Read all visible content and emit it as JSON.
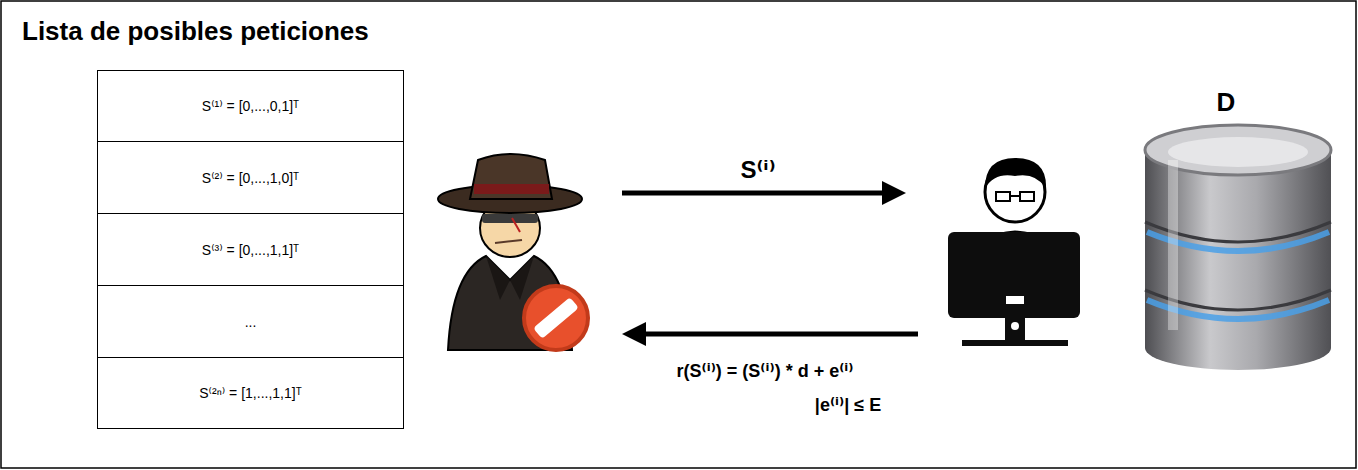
{
  "diagram": {
    "title": "Lista de posibles peticiones",
    "nodes": [
      {
        "text": [
          "S⁽¹⁾ = [0,...,0,1]ᵀ"
        ]
      },
      {
        "text": [
          "S⁽²⁾ = [0,...,1,0]ᵀ"
        ]
      },
      {
        "text": [
          "S⁽³⁾ = [0,...,1,1]ᵀ"
        ]
      },
      {
        "text": [
          "..."
        ]
      },
      {
        "text": [
          "S⁽²ⁿ⁾ = [1,...,1,1]ᵀ"
        ]
      }
    ],
    "labels": [
      "S⁽ⁱ⁾",
      "r(S⁽ⁱ⁾) = (S⁽ⁱ⁾) * d + e⁽ⁱ⁾",
      "|e⁽ⁱ⁾| ≤ E",
      "D"
    ]
  }
}
